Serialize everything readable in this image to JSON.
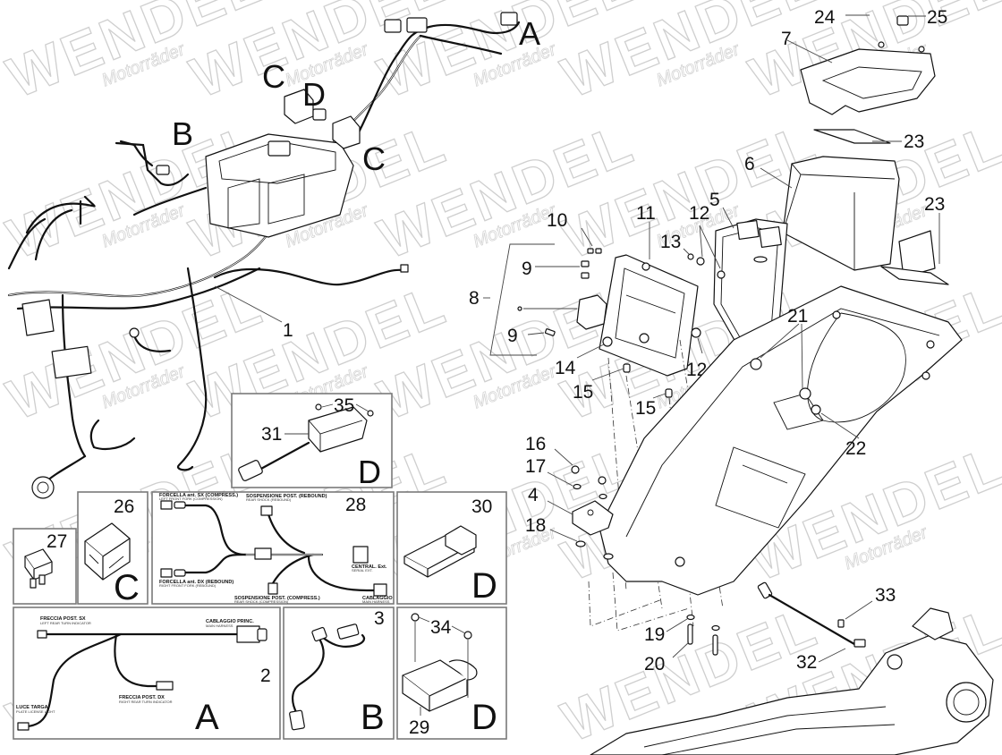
{
  "diagram": {
    "title": "Electrical system - wiring harness, battery, ECU",
    "watermark": {
      "brand": "WENDEL",
      "subtitle": "Motorräder"
    },
    "group_labels_main": [
      {
        "id": "A",
        "label": "A"
      },
      {
        "id": "B",
        "label": "B"
      },
      {
        "id": "C1",
        "label": "C"
      },
      {
        "id": "D",
        "label": "D"
      },
      {
        "id": "C2",
        "label": "C"
      }
    ],
    "callouts": {
      "p1": "1",
      "p2": "2",
      "p3": "3",
      "p4": "4",
      "p5": "5",
      "p6": "6",
      "p7": "7",
      "p8": "8",
      "p9a": "9",
      "p9b": "9",
      "p10": "10",
      "p11": "11",
      "p12a": "12",
      "p12b": "12",
      "p13": "13",
      "p14": "14",
      "p15a": "15",
      "p15b": "15",
      "p16": "16",
      "p17": "17",
      "p18": "18",
      "p19": "19",
      "p20": "20",
      "p21": "21",
      "p22": "22",
      "p23a": "23",
      "p23b": "23",
      "p24": "24",
      "p25": "25",
      "p26": "26",
      "p27": "27",
      "p28": "28",
      "p29": "29",
      "p30": "30",
      "p31": "31",
      "p32": "32",
      "p33": "33",
      "p34": "34",
      "p35": "35"
    },
    "insets": {
      "box31": {
        "part": "31",
        "screw": "35",
        "group": "D"
      },
      "box27": {
        "part": "27"
      },
      "box26": {
        "part": "26",
        "group": "C"
      },
      "box28": {
        "part": "28",
        "labels": {
          "front_left": "FORCELLA ant. SX (COMPRESS.)",
          "front_left_sub": "LEFT FRONT FORK (COMPRESSION)",
          "rear_rebound": "SOSPENSIONE POST. (REBOUND)",
          "rear_rebound_sub": "REAR SHOCK (REBOUND)",
          "front_right": "FORCELLA ant. DX (REBOUND)",
          "front_right_sub": "RIGHT FRONT FORK (REBOUND)",
          "rear_compress": "SOSPENSIONE POST. (COMPRESS.)",
          "rear_compress_sub": "REAR SHOCK (COMPRESSION)",
          "central": "CENTRAL. Ext.",
          "central_sub": "SERIAL EXT.",
          "main_harness": "CABLAGGIO",
          "main_harness_sub": "MAIN HARNESS"
        }
      },
      "box30": {
        "part": "30",
        "group": "D"
      },
      "box2": {
        "part": "2",
        "group": "A",
        "labels": {
          "left_rear": "FRECCIA POST. SX",
          "left_rear_sub": "LEFT REAR TURN INDICATOR",
          "main": "CABLAGGIO PRINC.",
          "main_sub": "MAIN HARNESS",
          "right_rear": "FRECCIA POST. DX",
          "right_rear_sub": "RIGHT REAR TURN INDICATOR",
          "plate": "LUCE TARGA",
          "plate_sub": "PLATE LICENSE LIGHT"
        }
      },
      "box3": {
        "part": "3",
        "group": "B"
      },
      "box29": {
        "part": "29",
        "screw": "34",
        "group": "D"
      }
    },
    "colors": {
      "line": "#111111",
      "inset_border": "#7a7a7a",
      "watermark": "#cfcfcf",
      "background": "#ffffff"
    }
  }
}
